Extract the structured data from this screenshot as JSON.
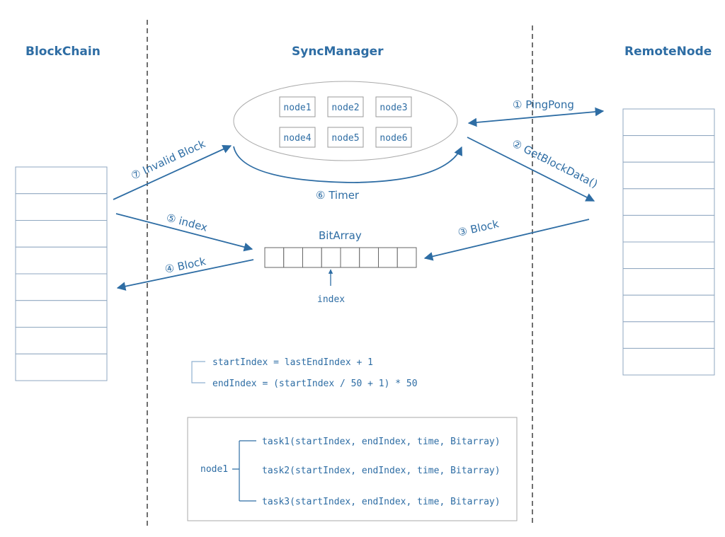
{
  "columns": {
    "left": "BlockChain",
    "center": "SyncManager",
    "right": "RemoteNode"
  },
  "nodes": [
    "node1",
    "node2",
    "node3",
    "node4",
    "node5",
    "node6"
  ],
  "timer_label": "⑥ Timer",
  "bitarray": {
    "title": "BitArray",
    "cells": 8,
    "pointer_label": "index"
  },
  "arrows": {
    "ping": "① PingPong",
    "get": "② GetBlockData()",
    "block_in": "③ Block",
    "block_out": "④ Block",
    "index": "⑤ index",
    "invalid": "⑦ Invalid Block"
  },
  "formulas": {
    "start": "startIndex = lastEndIndex + 1",
    "end": "endIndex = (startIndex / 50 + 1) * 50"
  },
  "tasks": {
    "node": "node1",
    "items": [
      "task1(startIndex, endIndex, time, Bitarray)",
      "task2(startIndex, endIndex, time, Bitarray)",
      "task3(startIndex, endIndex, time, Bitarray)"
    ]
  },
  "stacks": {
    "blockchain_rows": 8,
    "remote_rows": 10
  },
  "colors": {
    "accent": "#2e6da4",
    "line": "#8fa7c0",
    "divider": "#222222"
  }
}
